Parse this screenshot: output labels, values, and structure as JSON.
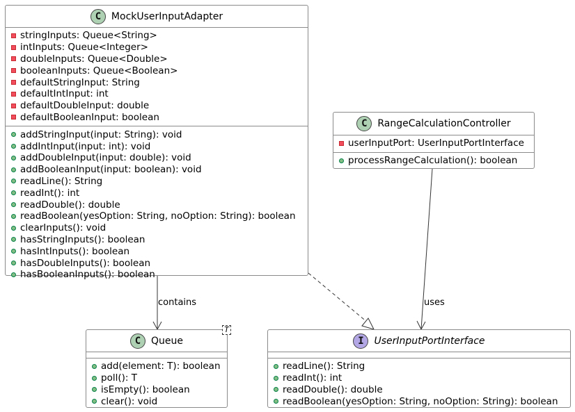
{
  "classes": {
    "mock": {
      "stereotype": "C",
      "name": "MockUserInputAdapter",
      "fields": [
        {
          "vis": "private",
          "text": "stringInputs: Queue<String>"
        },
        {
          "vis": "private",
          "text": "intInputs: Queue<Integer>"
        },
        {
          "vis": "private",
          "text": "doubleInputs: Queue<Double>"
        },
        {
          "vis": "private",
          "text": "booleanInputs: Queue<Boolean>"
        },
        {
          "vis": "private",
          "text": "defaultStringInput: String"
        },
        {
          "vis": "private",
          "text": "defaultIntInput: int"
        },
        {
          "vis": "private",
          "text": "defaultDoubleInput: double"
        },
        {
          "vis": "private",
          "text": "defaultBooleanInput: boolean"
        }
      ],
      "methods": [
        {
          "vis": "public",
          "text": "addStringInput(input: String): void"
        },
        {
          "vis": "public",
          "text": "addIntInput(input: int): void"
        },
        {
          "vis": "public",
          "text": "addDoubleInput(input: double): void"
        },
        {
          "vis": "public",
          "text": "addBooleanInput(input: boolean): void"
        },
        {
          "vis": "public",
          "text": "readLine(): String"
        },
        {
          "vis": "public",
          "text": "readInt(): int"
        },
        {
          "vis": "public",
          "text": "readDouble(): double"
        },
        {
          "vis": "public",
          "text": "readBoolean(yesOption: String, noOption: String): boolean"
        },
        {
          "vis": "public",
          "text": "clearInputs(): void"
        },
        {
          "vis": "public",
          "text": "hasStringInputs(): boolean"
        },
        {
          "vis": "public",
          "text": "hasIntInputs(): boolean"
        },
        {
          "vis": "public",
          "text": "hasDoubleInputs(): boolean"
        },
        {
          "vis": "public",
          "text": "hasBooleanInputs(): boolean"
        }
      ]
    },
    "range": {
      "stereotype": "C",
      "name": "RangeCalculationController",
      "fields": [
        {
          "vis": "private",
          "text": "userInputPort: UserInputPortInterface"
        }
      ],
      "methods": [
        {
          "vis": "public",
          "text": "processRangeCalculation(): boolean"
        }
      ]
    },
    "queue": {
      "stereotype": "C",
      "name": "Queue",
      "type_param": "T",
      "fields": [],
      "methods": [
        {
          "vis": "public",
          "text": "add(element: T): boolean"
        },
        {
          "vis": "public",
          "text": "poll(): T"
        },
        {
          "vis": "public",
          "text": "isEmpty(): boolean"
        },
        {
          "vis": "public",
          "text": "clear(): void"
        }
      ]
    },
    "iface": {
      "stereotype": "I",
      "name": "UserInputPortInterface",
      "fields": [],
      "methods": [
        {
          "vis": "public",
          "text": "readLine(): String"
        },
        {
          "vis": "public",
          "text": "readInt(): int"
        },
        {
          "vis": "public",
          "text": "readDouble(): double"
        },
        {
          "vis": "public",
          "text": "readBoolean(yesOption: String, noOption: String): boolean"
        }
      ]
    }
  },
  "relations": {
    "contains_label": "contains",
    "uses_label": "uses"
  }
}
